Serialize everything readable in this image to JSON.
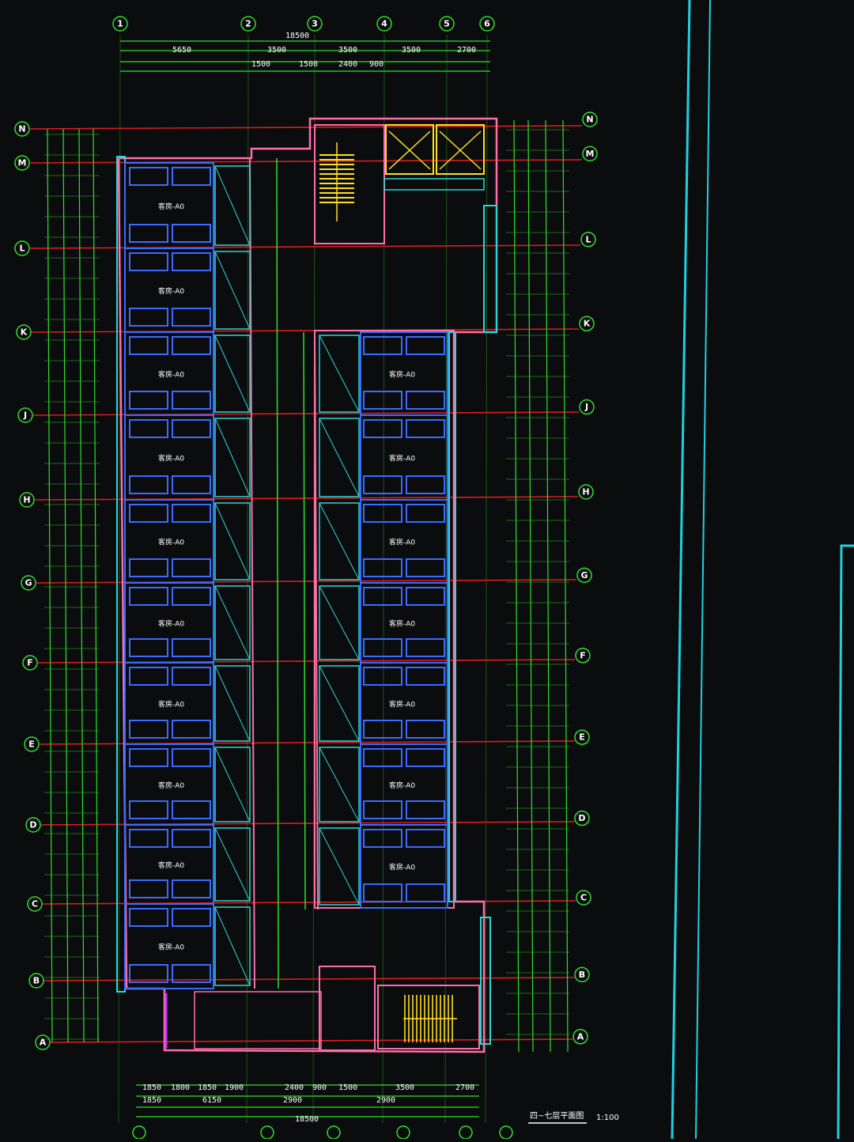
{
  "screen": {
    "background": "#0b0c0d",
    "grid_color": "#2fe02f",
    "axis_color": "#ff2020",
    "wall_color": "#ff6fa8",
    "room_color": "#3b6bff",
    "stair_color": "#ffe020",
    "window_color": "#2ad6d6",
    "frame_color": "#20d0e0"
  },
  "top_axes": [
    "1",
    "2",
    "3",
    "4",
    "5",
    "6"
  ],
  "left_axes": [
    "N",
    "M",
    "L",
    "K",
    "J",
    "H",
    "G",
    "F",
    "E",
    "D",
    "C",
    "B",
    "A"
  ],
  "right_axes": [
    "N",
    "M",
    "L",
    "K",
    "J",
    "H",
    "G",
    "F",
    "E",
    "D",
    "C",
    "B",
    "A"
  ],
  "top_dimensions": {
    "overall": "18500",
    "row2": [
      "5650",
      "3500",
      "3500",
      "3500",
      "2700"
    ],
    "row3": [
      "1500",
      "1500",
      "2400",
      "900"
    ]
  },
  "bottom_dimensions": {
    "row1": [
      "1850",
      "1800",
      "1850",
      "1900",
      "2400",
      "900",
      "1500",
      "3500",
      "2700"
    ],
    "row2": [
      "1850",
      "6150",
      "2900",
      "2900"
    ],
    "overall": "18500"
  },
  "room_labels": {
    "left": [
      "客房-A0",
      "客房-A0",
      "客房-A0",
      "客房-A0",
      "客房-A0",
      "客房-A0",
      "客房-A0",
      "客房-A0",
      "客房-A0",
      "客房-A0"
    ],
    "right": [
      "客房-A0",
      "客房-A0",
      "客房-A0",
      "客房-A0",
      "客房-A0",
      "客房-A0",
      "客房-A0"
    ]
  },
  "drawing_title": "四~七层平面图",
  "drawing_scale": "1:100"
}
